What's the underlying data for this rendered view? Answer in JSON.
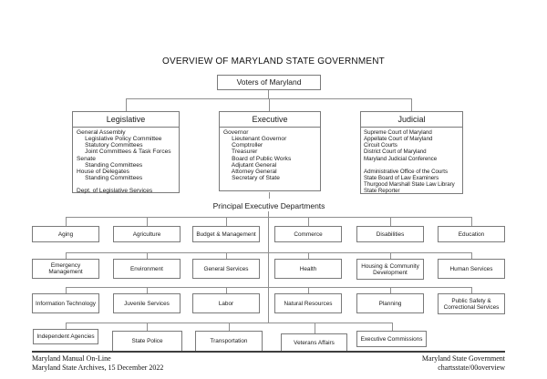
{
  "title": "OVERVIEW OF MARYLAND STATE GOVERNMENT",
  "voters_label": "Voters of Maryland",
  "branches": [
    {
      "name": "Legislative",
      "items": [
        "General Assembly",
        "     Legislative Policy Committee",
        "     Statutory Committees",
        "     Joint Committees & Task Forces",
        "Senate",
        "     Standing Committees",
        "House of Delegates",
        "     Standing Committees",
        "",
        "Dept. of Legislative Services"
      ]
    },
    {
      "name": "Executive",
      "items": [
        "Governor",
        "     Lieutenant Governor",
        "     Comptroller",
        "     Treasurer",
        "     Board of Public Works",
        "     Adjutant General",
        "     Attorney General",
        "     Secretary of State"
      ]
    },
    {
      "name": "Judicial",
      "items": [
        "Supreme Court of Maryland",
        "Appellate Court of Maryland",
        "Circuit Courts",
        "District Court of Maryland",
        "Maryland Judicial Conference",
        "",
        "Administrative Office of the Courts",
        "State Board of Law Examiners",
        "Thurgood Marshall State Law Library",
        "State Reporter"
      ]
    }
  ],
  "departments_heading": "Principal Executive Departments",
  "departments": {
    "rows": [
      [
        "Aging",
        "Agriculture",
        "Budget & Management",
        "Commerce",
        "Disabilities",
        "Education"
      ],
      [
        "Emergency Management",
        "Environment",
        "General Services",
        "Health",
        "Housing & Community Development",
        "Human Services"
      ],
      [
        "Information Technology",
        "Juvenile Services",
        "Labor",
        "Natural Resources",
        "Planning",
        "Public Safety & Correctional Services"
      ],
      [
        "Independent Agencies",
        "State Police",
        "Transportation",
        "Veterans Affairs",
        "Executive Commissions"
      ]
    ]
  },
  "footer": {
    "left_line1": "Maryland Manual On-Line",
    "left_line2": "Maryland State Archives, 15 December 2022",
    "right_line1": "Maryland State Government",
    "right_line2": "chartsstate/00overview"
  },
  "colors": {
    "line": "#8f8f8f",
    "border": "#7a7a7a",
    "rule": "#3d3d3d"
  }
}
